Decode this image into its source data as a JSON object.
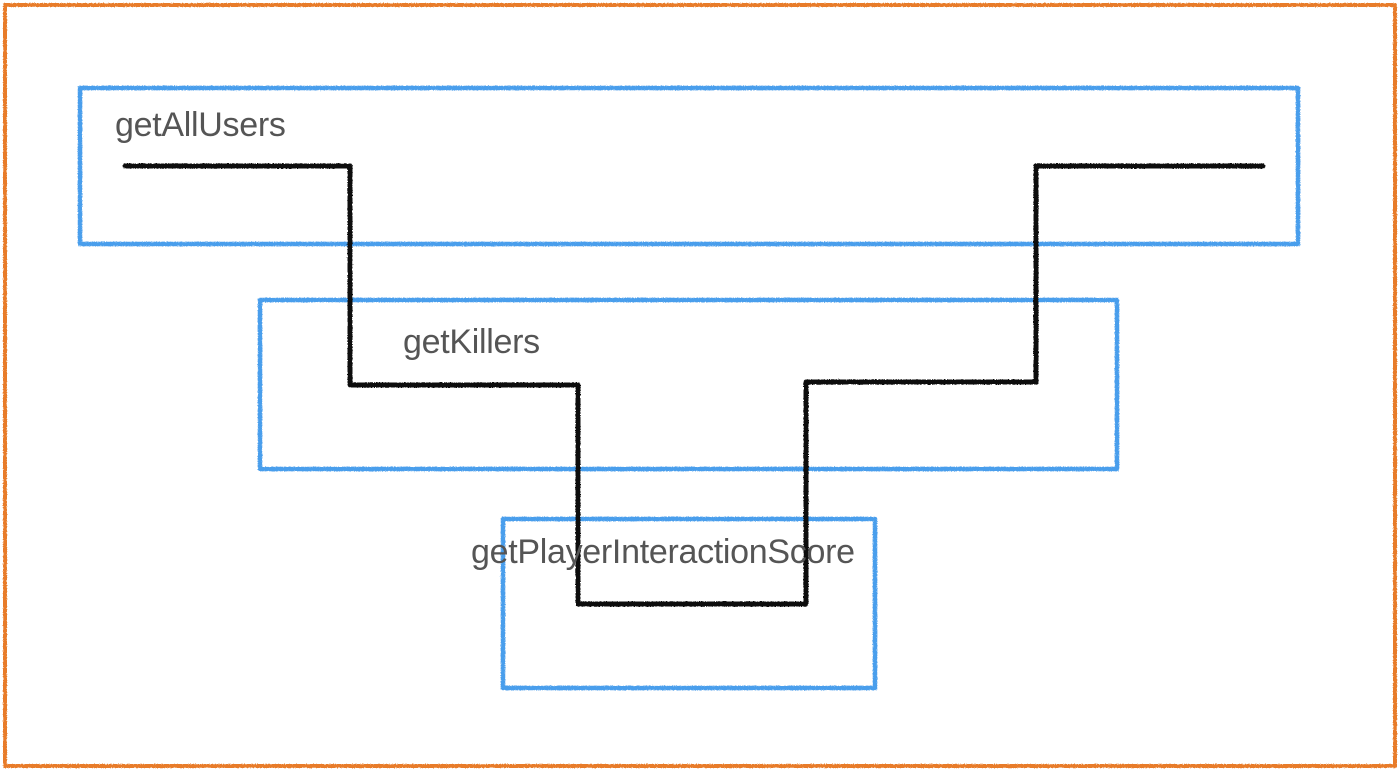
{
  "colors": {
    "outer_frame": "#e87c2c",
    "function_box": "#4a9eec",
    "call_path": "#111111",
    "label_text": "#555555",
    "background": "#ffffff"
  },
  "functions": [
    {
      "id": "getAllUsers",
      "label": "getAllUsers"
    },
    {
      "id": "getKillers",
      "label": "getKillers"
    },
    {
      "id": "getPlayerInteractionScore",
      "label": "getPlayerInteractionScore"
    }
  ]
}
